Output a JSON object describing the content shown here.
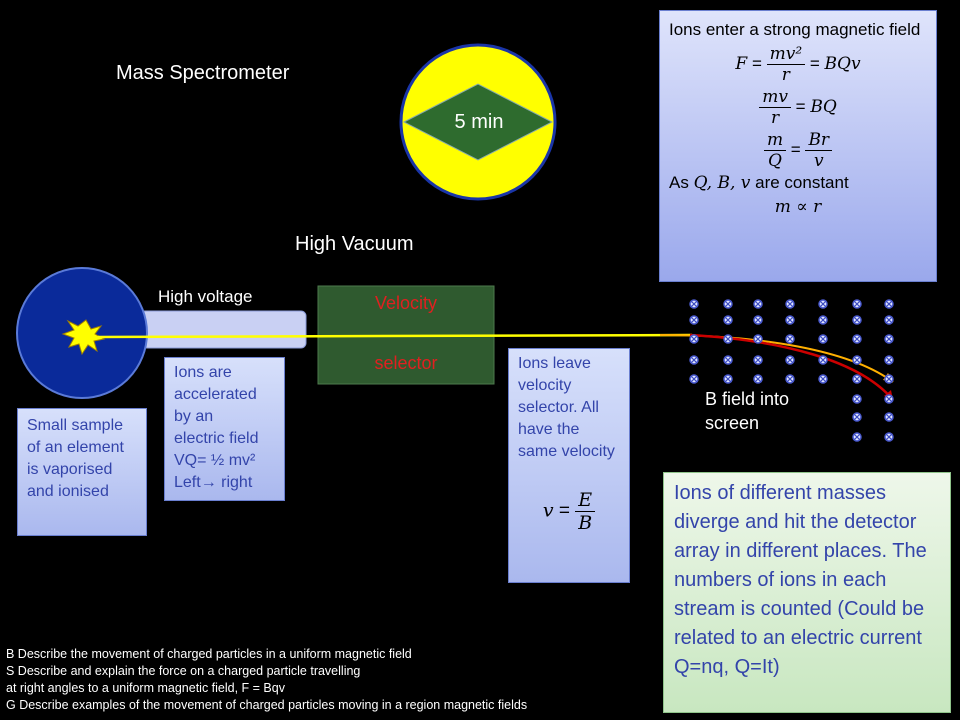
{
  "title": "Mass Spectrometer",
  "timer": "5 min",
  "high_vacuum": "High Vacuum",
  "high_voltage": "High voltage",
  "velocity_selector": {
    "line1": "Velocity",
    "line2": "selector"
  },
  "sample_text": "Small sample of an element is vaporised and ionised",
  "accel_text": [
    "Ions are",
    "accelerated",
    "by an",
    "electric field",
    "VQ= ½ mv²",
    "Left→ right"
  ],
  "leave_text": "Ions leave velocity selector. All have the same velocity",
  "b_field": "B field into screen",
  "formula_box": {
    "intro": "Ions enter a strong magnetic field",
    "as_prefix": "As",
    "as_vars": "Q, B, v",
    "as_suffix": "are constant",
    "proportional": "m ∝ r"
  },
  "diverge_text": "Ions of different masses diverge and hit the detector array in different places. The numbers of ions in each stream is counted (Could be related to an electric current Q=nq, Q=It)",
  "objectives": [
    "B Describe the movement of charged particles in a uniform magnetic field",
    "S Describe and explain the force on a charged particle travelling",
    "at right angles to a uniform magnetic field, F = Bqv",
    "G Describe examples of the movement of charged particles moving in a region magnetic fields"
  ],
  "colors": {
    "timer_circle": "#ffff00",
    "timer_diamond": "#2e6b2e",
    "source_circle": "#0a2a9a",
    "beam": "#ffff00",
    "heavy_path": "#cc0000"
  }
}
